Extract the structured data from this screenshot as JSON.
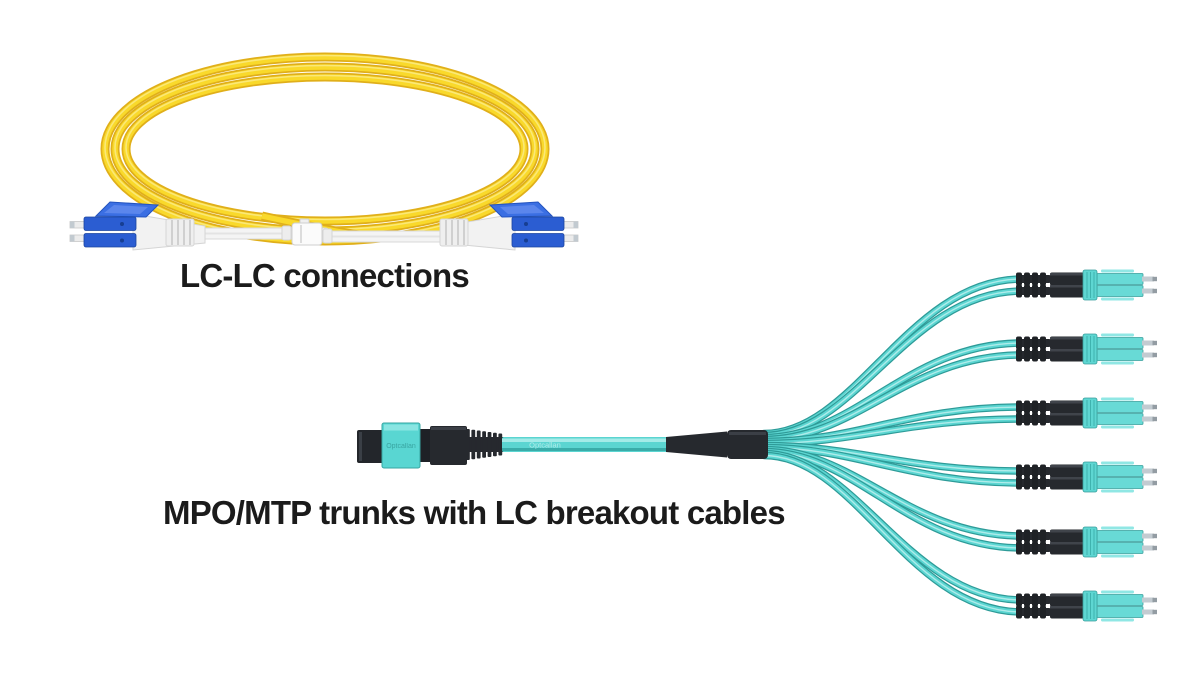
{
  "page": {
    "background": "#FFFFFF"
  },
  "lc_product": {
    "label": "LC-LC connections",
    "cable_color": "#F9D92B",
    "cable_edge_color": "#E0AF1A",
    "connector_color": "#2B5DD2",
    "boot_color": "#F2F2F2",
    "connectors_per_end": 2
  },
  "mpo_product": {
    "label": "MPO/MTP trunks with LC breakout cables",
    "watermark": "Optcallan",
    "cable_color": "#5BD5D1",
    "cable_edge_color": "#2E9B98",
    "connector_body_color": "#26292E",
    "breakout_legs": 6,
    "lc_connectors": 12
  }
}
